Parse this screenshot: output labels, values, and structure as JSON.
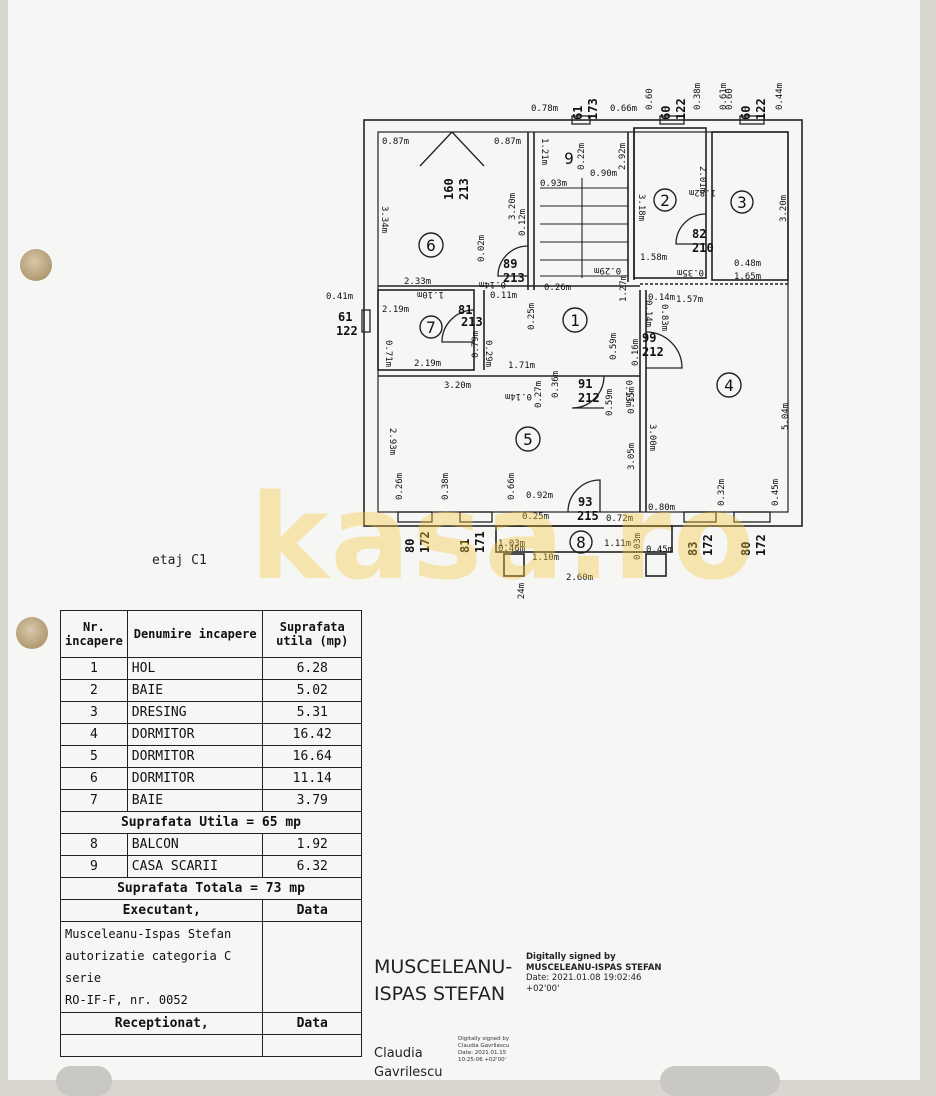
{
  "plan": {
    "title": "etaj C1",
    "watermark": "kasa.ro",
    "room_numbers": [
      "1",
      "2",
      "3",
      "4",
      "5",
      "6",
      "7",
      "8",
      "9"
    ],
    "dims": {
      "top_078": "0.78m",
      "top_066": "0.66m",
      "top_060a": "0.60",
      "top_038": "0.38m",
      "top_060b": "0.60",
      "top_061": "0.61m",
      "top_044": "0.44m",
      "r6_087a": "0.87m",
      "r6_087b": "0.87m",
      "r6_334": "3.34m",
      "r6_233": "2.33m",
      "r6_320": "3.20m",
      "r6_012": "0.12m",
      "r6_002": "0.02m",
      "r9_121": "1.21m",
      "r9_022": "0.22m",
      "r9_292": "2.92m",
      "r9_093": "0.93m",
      "r9_090": "0.90m",
      "r9_029": "0.29m",
      "r2_201": "2.01m",
      "r2_318": "3.18m",
      "r2_158": "1.58m",
      "r2_035": "0.35m",
      "r3_182": "1.82m",
      "r3_320": "3.20m",
      "r3_048": "0.48m",
      "r3_165": "1.65m",
      "h_041": "0.41m",
      "h_110": "1.10m",
      "h_014": "0.14m",
      "h_011": "0.11m",
      "h_026": "0.26m",
      "h_025": "0.25m",
      "h_127": "1.27m",
      "h_014b": "0.14m",
      "h_157": "1.57m",
      "h_014c": "0.14m",
      "h_083": "0.83m",
      "h_016": "0.16m",
      "h_059": "0.59m",
      "h_171": "1.71m",
      "h_079": "0.79m",
      "h_029": "0.29m",
      "r7_219a": "2.19m",
      "r7_219b": "2.19m",
      "r7_071": "0.71m",
      "r5_320": "3.20m",
      "r5_014": "0.14m",
      "r5_027": "0.27m",
      "r5_036": "0.36m",
      "r5_059": "0.59m",
      "r5_013": "0.13m",
      "r5_015": "0.15m",
      "r5_293": "2.93m",
      "r5_026": "0.26m",
      "r5_038": "0.38m",
      "r5_066": "0.66m",
      "r5_092": "0.92m",
      "r5_025": "0.25m",
      "r5_072": "0.72m",
      "r5_300": "3.00m",
      "r5_305": "3.05m",
      "r4_504": "5.04m",
      "r4_080": "0.80m",
      "r4_032": "0.32m",
      "r4_045": "0.45m",
      "b_103": "1.03m",
      "b_046": "0.46m",
      "b_110": "1.10m",
      "b_111": "1.11m",
      "b_003": "0.03m",
      "b_045": "0.45m",
      "b_024": "0.24m",
      "b_260": "2.60m"
    },
    "doors": {
      "d173": {
        "w": "61",
        "h": "173"
      },
      "d122a": {
        "w": "60",
        "h": "122"
      },
      "d122b": {
        "w": "60",
        "h": "122"
      },
      "d213_6": {
        "w": "160",
        "h": "213"
      },
      "d213_89": {
        "w": "89",
        "h": "213"
      },
      "d210": {
        "w": "82",
        "h": "210"
      },
      "d213_81": {
        "w": "81",
        "h": "213"
      },
      "d122w": {
        "w": "61",
        "h": "122"
      },
      "d212_99": {
        "w": "99",
        "h": "212"
      },
      "d212_91": {
        "w": "91",
        "h": "212"
      },
      "d215": {
        "w": "93",
        "h": "215"
      },
      "d172a": {
        "w": "80",
        "h": "172"
      },
      "d171": {
        "w": "81",
        "h": "171"
      },
      "d172b": {
        "w": "83",
        "h": "172"
      },
      "d172c": {
        "w": "80",
        "h": "172"
      }
    }
  },
  "table": {
    "headers": [
      "Nr. incapere",
      "Denumire incapere",
      "Suprafata utila (mp)"
    ],
    "rows": [
      {
        "nr": "1",
        "name": "HOL",
        "area": "6.28"
      },
      {
        "nr": "2",
        "name": "BAIE",
        "area": "5.02"
      },
      {
        "nr": "3",
        "name": "DRESING",
        "area": "5.31"
      },
      {
        "nr": "4",
        "name": "DORMITOR",
        "area": "16.42"
      },
      {
        "nr": "5",
        "name": "DORMITOR",
        "area": "16.64"
      },
      {
        "nr": "6",
        "name": "DORMITOR",
        "area": "11.14"
      },
      {
        "nr": "7",
        "name": "BAIE",
        "area": "3.79"
      }
    ],
    "subtotal": "Suprafata Utila = 65 mp",
    "rows2": [
      {
        "nr": "8",
        "name": "BALCON",
        "area": "1.92"
      },
      {
        "nr": "9",
        "name": "CASA SCARII",
        "area": "6.32"
      }
    ],
    "total": "Suprafata Totala = 73 mp",
    "executant_label": "Executant,",
    "data_label": "Data",
    "executant_lines": [
      "Musceleanu-Ispas Stefan",
      "autorizatie categoria C serie",
      "RO-IF-F, nr. 0052"
    ],
    "receptionat_label": "Receptionat,",
    "data_label2": "Data"
  },
  "signature1": {
    "name_lines": [
      "MUSCELEANU-",
      "ISPAS STEFAN"
    ],
    "signed_by": "Digitally signed by",
    "signer": "MUSCELEANU-ISPAS STEFAN",
    "date": "Date: 2021.01.08 19:02:46",
    "tz": "+02'00'"
  },
  "signature2": {
    "name_lines": [
      "Claudia",
      "Gavrilescu"
    ],
    "signed_by": "Digitally signed by",
    "signer": "Claudia Gavrilescu",
    "date": "Date: 2021.01.15",
    "time": "10:25:06 +02'00'"
  }
}
